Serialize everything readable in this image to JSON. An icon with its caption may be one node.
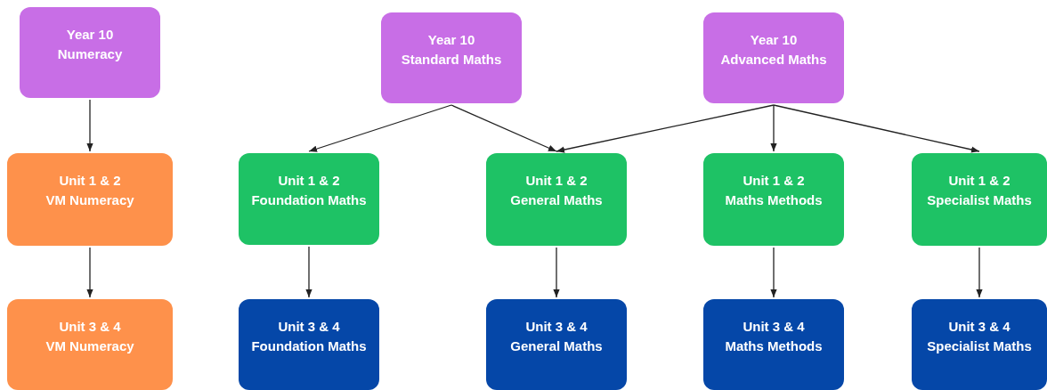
{
  "diagram": {
    "nodes": [
      {
        "text": [
          "Year 10",
          "Numeracy"
        ]
      },
      {
        "text": [
          "Year 10",
          "Standard Maths"
        ]
      },
      {
        "text": [
          "Year 10",
          "Advanced Maths"
        ]
      },
      {
        "text": [
          "Unit 1 & 2",
          "VM Numeracy"
        ]
      },
      {
        "text": [
          "Unit 3 & 4",
          "VM Numeracy"
        ]
      },
      {
        "text": [
          "Unit 1 & 2",
          "Foundation Maths"
        ]
      },
      {
        "text": [
          "Unit 1 & 2",
          "General Maths"
        ]
      },
      {
        "text": [
          "Unit 1 & 2",
          "Maths Methods"
        ]
      },
      {
        "text": [
          "Unit 1 & 2",
          "Specialist Maths"
        ]
      },
      {
        "text": [
          "Unit 3 & 4",
          "Foundation Maths"
        ]
      },
      {
        "text": [
          "Unit 3 & 4",
          "General Maths"
        ]
      },
      {
        "text": [
          "Unit 3 & 4",
          "Maths Methods"
        ]
      },
      {
        "text": [
          "Unit 3 & 4",
          "Specialist Maths"
        ]
      }
    ],
    "edges": [
      {
        "from": 0,
        "to": 3,
        "arrow": "to"
      },
      {
        "from": 3,
        "to": 4,
        "arrow": "to"
      },
      {
        "from": 1,
        "to": 5,
        "arrow": "to"
      },
      {
        "from": 1,
        "to": 6,
        "arrow": "to"
      },
      {
        "from": 2,
        "to": 6,
        "arrow": "to"
      },
      {
        "from": 2,
        "to": 7,
        "arrow": "to"
      },
      {
        "from": 2,
        "to": 8,
        "arrow": "to"
      },
      {
        "from": 5,
        "to": 9,
        "arrow": "to"
      },
      {
        "from": 6,
        "to": 10,
        "arrow": "to"
      },
      {
        "from": 7,
        "to": 11,
        "arrow": "to"
      },
      {
        "from": 8,
        "to": 12,
        "arrow": "to"
      }
    ]
  }
}
